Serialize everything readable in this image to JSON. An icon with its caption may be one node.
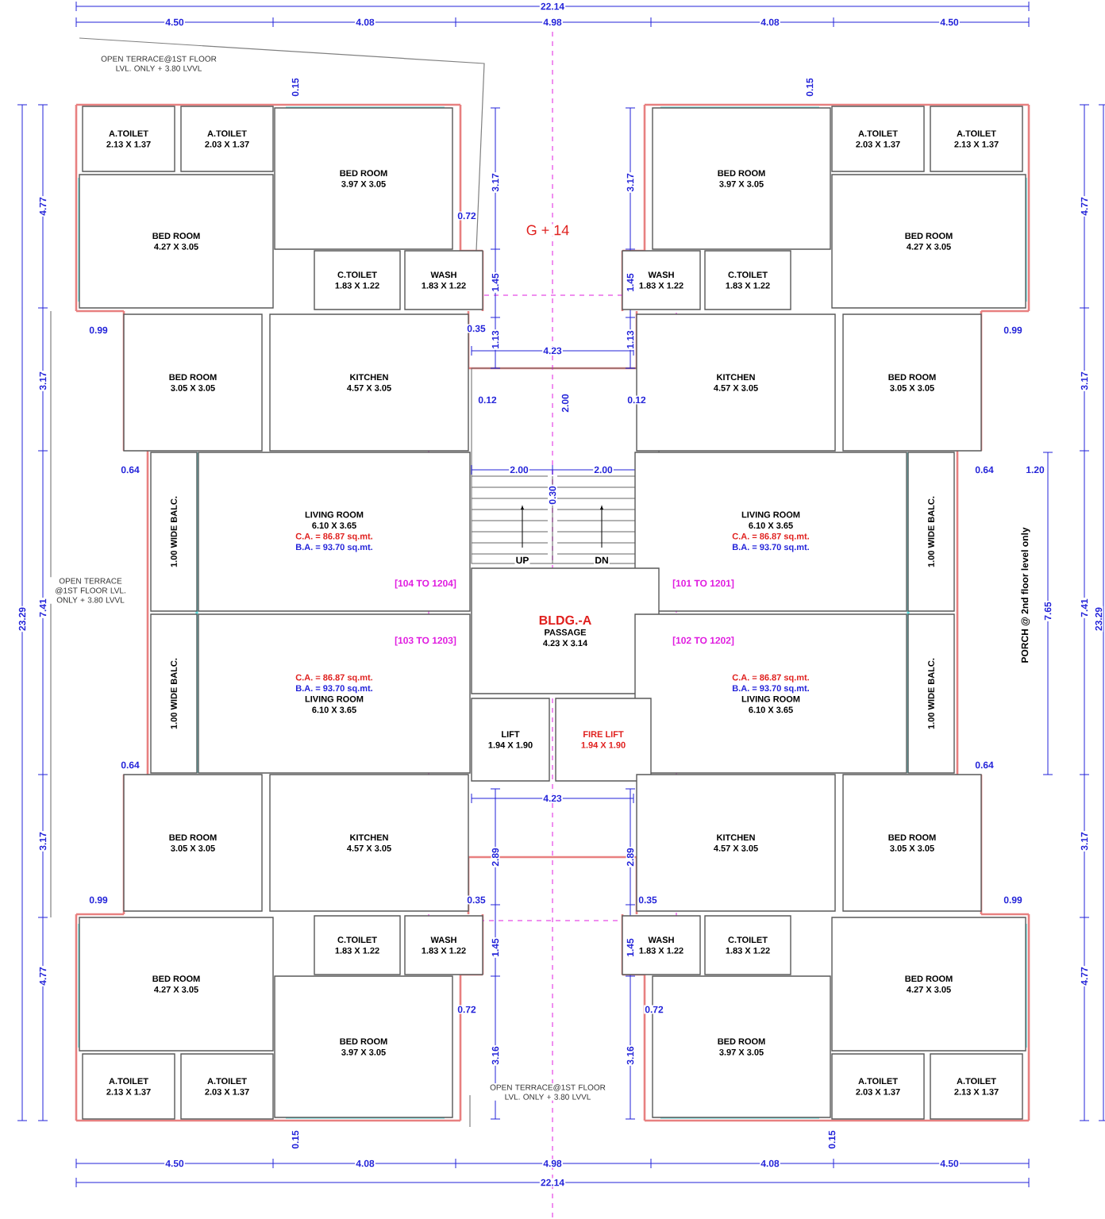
{
  "diagram": {
    "nodes": [
      {
        "text": [
          "A.TOILET",
          "2.13 X 1.37"
        ]
      },
      {
        "text": [
          "A.TOILET",
          "2.03 X 1.37"
        ]
      },
      {
        "text": [
          "BED ROOM",
          "3.97 X 3.05"
        ]
      },
      {
        "text": [
          "BED ROOM",
          "3.97 X 3.05"
        ]
      },
      {
        "text": [
          "A.TOILET",
          "2.03 X 1.37"
        ]
      },
      {
        "text": [
          "A.TOILET",
          "2.13 X 1.37"
        ]
      },
      {
        "text": [
          "BED ROOM",
          "4.27 X 3.05"
        ]
      },
      {
        "text": [
          "C.TOILET",
          "1.83 X 1.22"
        ]
      },
      {
        "text": [
          "WASH",
          "1.83 X 1.22"
        ]
      },
      {
        "text": [
          "WASH",
          "1.83 X 1.22"
        ]
      },
      {
        "text": [
          "C.TOILET",
          "1.83 X 1.22"
        ]
      },
      {
        "text": [
          "BED ROOM",
          "4.27 X 3.05"
        ]
      },
      {
        "text": [
          "BED ROOM",
          "3.05 X 3.05"
        ]
      },
      {
        "text": [
          "KITCHEN",
          "4.57 X 3.05"
        ]
      },
      {
        "text": [
          "KITCHEN",
          "4.57 X 3.05"
        ]
      },
      {
        "text": [
          "BED ROOM",
          "3.05 X 3.05"
        ]
      },
      {
        "text": [
          "1.00 WIDE BALC."
        ]
      },
      {
        "text": [
          "LIVING ROOM",
          "6.10 X 3.65",
          "C.A. = 86.87 sq.mt.",
          "B.A. = 93.70 sq.mt."
        ]
      },
      {
        "text": [
          "LIVING ROOM",
          "6.10 X 3.65",
          "C.A. = 86.87 sq.mt.",
          "B.A. = 93.70 sq.mt."
        ]
      },
      {
        "text": [
          "1.00 WIDE BALC."
        ]
      },
      {
        "text": [
          "BLDG.-A",
          "PASSAGE",
          "4.23 X 3.14"
        ]
      },
      {
        "text": [
          "1.00 WIDE BALC."
        ]
      },
      {
        "text": [
          "C.A. = 86.87 sq.mt.",
          "B.A. = 93.70 sq.mt.",
          "LIVING ROOM",
          "6.10 X 3.65"
        ]
      },
      {
        "text": [
          "C.A. = 86.87 sq.mt.",
          "B.A. = 93.70 sq.mt.",
          "LIVING ROOM",
          "6.10 X 3.65"
        ]
      },
      {
        "text": [
          "1.00 WIDE BALC."
        ]
      },
      {
        "text": [
          "LIFT",
          "1.94 X 1.90"
        ]
      },
      {
        "text": [
          "FIRE LIFT",
          "1.94 X 1.90"
        ]
      },
      {
        "text": [
          "BED ROOM",
          "3.05 X 3.05"
        ]
      },
      {
        "text": [
          "KITCHEN",
          "4.57 X 3.05"
        ]
      },
      {
        "text": [
          "KITCHEN",
          "4.57 X 3.05"
        ]
      },
      {
        "text": [
          "BED ROOM",
          "3.05 X 3.05"
        ]
      },
      {
        "text": [
          "BED ROOM",
          "4.27 X 3.05"
        ]
      },
      {
        "text": [
          "C.TOILET",
          "1.83 X 1.22"
        ]
      },
      {
        "text": [
          "WASH",
          "1.83 X 1.22"
        ]
      },
      {
        "text": [
          "WASH",
          "1.83 X 1.22"
        ]
      },
      {
        "text": [
          "C.TOILET",
          "1.83 X 1.22"
        ]
      },
      {
        "text": [
          "BED ROOM",
          "4.27 X 3.05"
        ]
      },
      {
        "text": [
          "BED ROOM",
          "3.97 X 3.05"
        ]
      },
      {
        "text": [
          "BED ROOM",
          "3.97 X 3.05"
        ]
      },
      {
        "text": [
          "A.TOILET",
          "2.13 X 1.37"
        ]
      },
      {
        "text": [
          "A.TOILET",
          "2.03 X 1.37"
        ]
      },
      {
        "text": [
          "A.TOILET",
          "2.03 X 1.37"
        ]
      },
      {
        "text": [
          "A.TOILET",
          "2.13 X 1.37"
        ]
      }
    ],
    "labels": [
      "22.14",
      "4.50",
      "4.08",
      "4.98",
      "4.08",
      "4.50",
      "OPEN TERRACE@1ST FLOOR LVL. ONLY + 3.80 LVVL",
      "0.15",
      "0.15",
      "3.17",
      "3.17",
      "4.77",
      "4.77",
      "0.72",
      "G + 14",
      "1.45",
      "1.45",
      "0.99",
      "0.35",
      "1.13",
      "1.13",
      "0.99",
      "4.23",
      "3.17",
      "3.17",
      "0.12",
      "2.00",
      "0.12",
      "0.64",
      "2.00",
      "2.00",
      "0.64",
      "1.20",
      "0.30",
      "UP",
      "DN",
      "[104 TO 1204]",
      "[101 TO 1201]",
      "OPEN TERRACE @1ST FLOOR LVL. ONLY + 3.80 LVVL",
      "23.29",
      "7.41",
      "PORCH @ 2nd floor level only",
      "7.65",
      "7.41",
      "23.29",
      "[103 TO 1203]",
      "[102 TO 1202]",
      "0.64",
      "0.64",
      "4.23",
      "3.17",
      "2.89",
      "2.89",
      "3.17",
      "0.99",
      "0.35",
      "0.35",
      "0.99",
      "1.45",
      "1.45",
      "4.77",
      "4.77",
      "0.72",
      "0.72",
      "3.16",
      "3.16",
      "OPEN TERRACE@1ST FLOOR LVL. ONLY + 3.80 LVVL",
      "0.15",
      "0.15",
      "4.50",
      "4.08",
      "4.98",
      "4.08",
      "4.50",
      "22.14"
    ]
  }
}
